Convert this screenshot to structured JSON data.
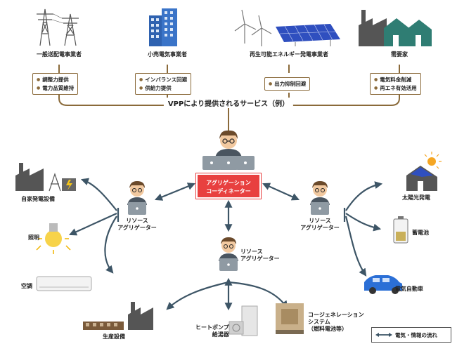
{
  "top_actors": [
    {
      "name": "一般送配電事業者",
      "icon": "transmission-tower-icon",
      "services": [
        "調整力提供",
        "電力品質維持"
      ]
    },
    {
      "name": "小売電気事業者",
      "icon": "building-icon",
      "services": [
        "インバランス回避",
        "供給力提供"
      ]
    },
    {
      "name": "再生可能エネルギー発電事業者",
      "icon": "wind-solar-icon",
      "services": [
        "出力抑制回避"
      ]
    },
    {
      "name": "需要家",
      "icon": "factory-houses-icon",
      "services": [
        "電気料金削減",
        "再エネ有効活用"
      ]
    }
  ],
  "vpp_label": "VPPにより提供されるサービス（例）",
  "coordinator": {
    "line1": "アグリゲーション",
    "line2": "コーディネーター"
  },
  "resource_aggregator": {
    "line1": "リソース",
    "line2": "アグリゲーター"
  },
  "left_resources": [
    "自家発電設備",
    "照明",
    "空調"
  ],
  "right_resources": [
    "太陽光発電",
    "蓄電池",
    "電気自動車"
  ],
  "bottom_resources": {
    "production": "生産設備",
    "heatpump": {
      "line1": "ヒートポンプ",
      "line2": "給湯器"
    },
    "cogen": {
      "line1": "コージェネレーション",
      "line2": "システム",
      "line3": "（燃料電池等）"
    }
  },
  "legend": "電気・情報の流れ",
  "colors": {
    "arrow": "#3d5566",
    "accent": "#e8403f",
    "bracket": "#8a6a3a",
    "solar": "#2f4fbf",
    "building": "#2f62b0"
  }
}
